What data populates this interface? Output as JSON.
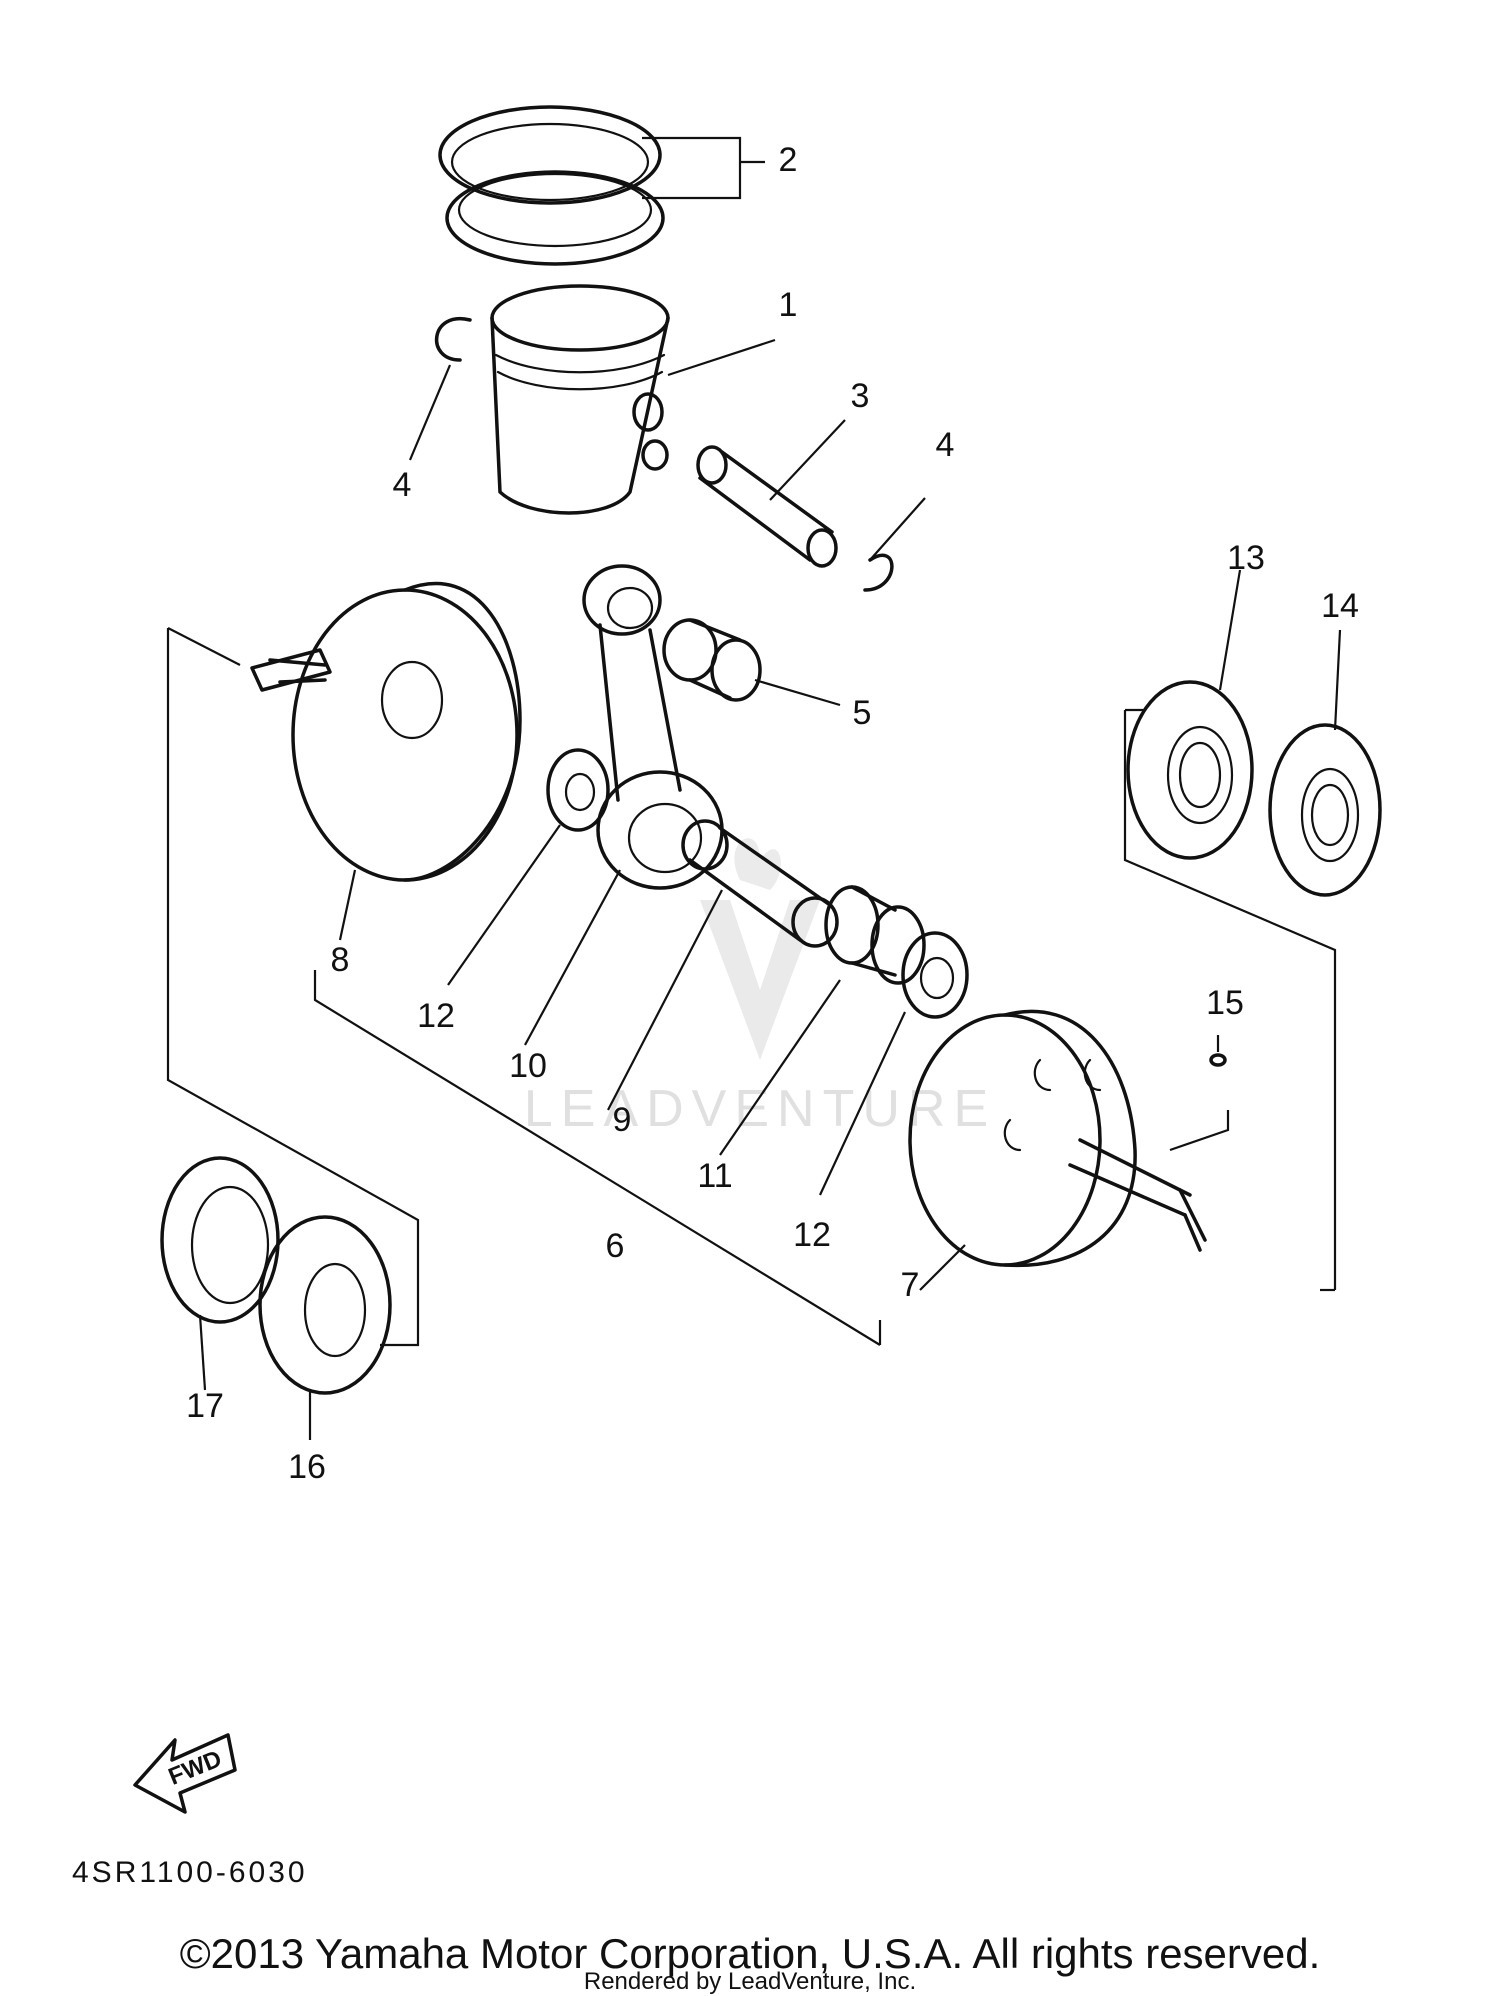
{
  "callouts": {
    "c1": "1",
    "c2": "2",
    "c3": "3",
    "c4a": "4",
    "c4b": "4",
    "c5": "5",
    "c6": "6",
    "c7": "7",
    "c8": "8",
    "c9": "9",
    "c10": "10",
    "c11": "11",
    "c12a": "12",
    "c12b": "12",
    "c13": "13",
    "c14": "14",
    "c15": "15",
    "c16": "16",
    "c17": "17"
  },
  "fwd_label": "FWD",
  "diagram_code": "4SR1100-6030",
  "watermark": "LEADVENTURE",
  "copyright": "©2013 Yamaha Motor Corporation, U.S.A. All rights reserved.",
  "rendered_by": "Rendered by LeadVenture, Inc."
}
